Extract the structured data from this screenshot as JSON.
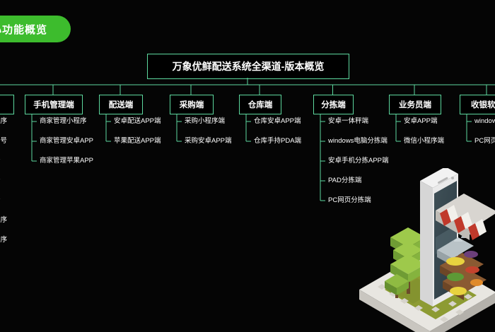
{
  "badge": {
    "label": "心功能概览"
  },
  "root": {
    "title": "万象优鲜配送系统全渠道-版本概览"
  },
  "colors": {
    "accent_green": "#3DBC2D",
    "border_mint": "#5DD89E",
    "background": "#050505",
    "text": "#FFFFFF"
  },
  "columns": [
    {
      "id": "col-cut-left",
      "title": "",
      "title_visible": false,
      "children": [
        "程序",
        "众号",
        "端",
        "端",
        "端",
        "程序",
        "程序"
      ]
    },
    {
      "id": "col-mobile-admin",
      "title": "手机管理端",
      "title_visible": true,
      "children": [
        "商家管理小程序",
        "商家管理安卓APP",
        "商家管理苹果APP"
      ]
    },
    {
      "id": "col-delivery",
      "title": "配送端",
      "title_visible": true,
      "children": [
        "安卓配送APP端",
        "苹果配送APP端"
      ]
    },
    {
      "id": "col-purchase",
      "title": "采购端",
      "title_visible": true,
      "children": [
        "采购小程序端",
        "采购安卓APP端"
      ]
    },
    {
      "id": "col-warehouse",
      "title": "仓库端",
      "title_visible": true,
      "children": [
        "仓库安卓APP端",
        "仓库手持PDA端"
      ]
    },
    {
      "id": "col-sorting",
      "title": "分拣端",
      "title_visible": true,
      "children": [
        "安卓一体秤端",
        "windows电脑分拣端",
        "安卓手机分拣APP端",
        "PAD分拣端",
        "PC网页分拣端"
      ]
    },
    {
      "id": "col-salesperson",
      "title": "业务员端",
      "title_visible": true,
      "children": [
        "安卓APP端",
        "微信小程序端"
      ]
    },
    {
      "id": "col-cashier",
      "title": "收银软件",
      "title_visible": true,
      "children": [
        "windows",
        "PC网页收"
      ]
    }
  ],
  "illustration": {
    "name": "isometric-phone-grocery-store",
    "description": "Isometric smartphone rendered as a grocery storefront with striped awning, produce stands and trees on a platform"
  }
}
